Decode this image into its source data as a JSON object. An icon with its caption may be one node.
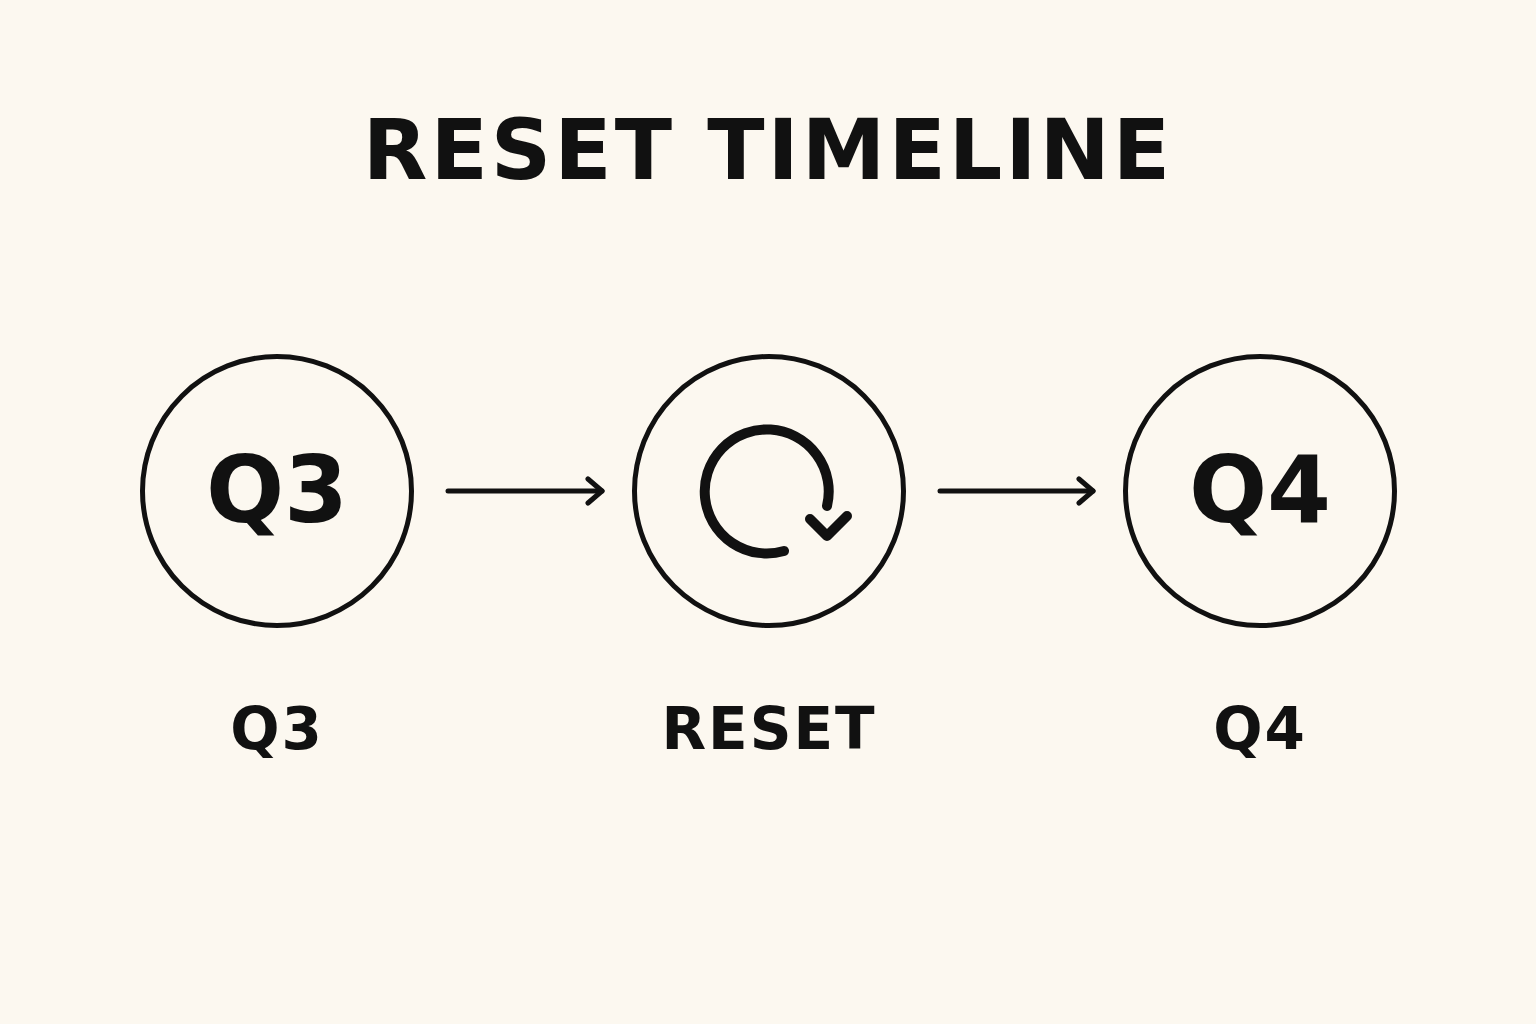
{
  "diagram": {
    "title": "RESET TIMELINE",
    "nodes": [
      {
        "text": [
          "Q3"
        ],
        "beside": [
          "Q3"
        ]
      },
      {
        "text": [],
        "shape": "circle",
        "beside": [
          "RESET"
        ]
      },
      {
        "text": [
          "Q4"
        ],
        "beside": [
          "Q4"
        ]
      }
    ],
    "edges": [
      {
        "from": 0,
        "to": 1,
        "arrow": "to"
      },
      {
        "from": 1,
        "to": 2,
        "arrow": "to"
      }
    ]
  }
}
